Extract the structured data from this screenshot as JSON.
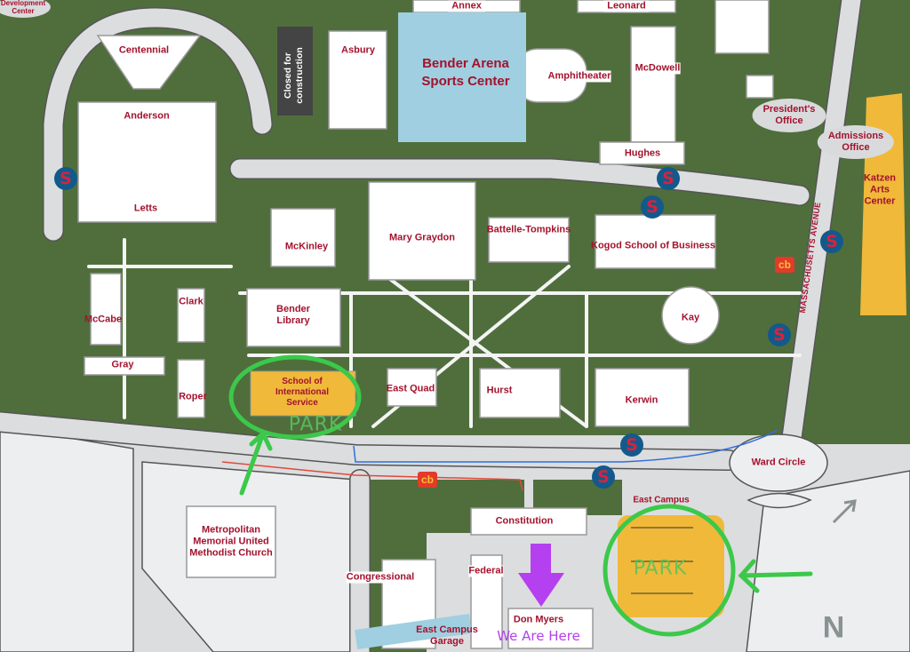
{
  "map": {
    "buildings": {
      "development_center": "Development\nCenter",
      "centennial": "Centennial",
      "anderson": "Anderson",
      "letts": "Letts",
      "closed": "Closed for\nconstruction",
      "asbury": "Asbury",
      "bender_arena": "Bender Arena\nSports Center",
      "annex": "Annex",
      "leonard": "Leonard",
      "amphitheater": "Amphitheater",
      "mcdowell": "McDowell",
      "hughes": "Hughes",
      "presidents_office": "President's\nOffice",
      "admissions_office": "Admissions\nOffice",
      "katzen": "Katzen\nArts\nCenter",
      "mass_ave": "MASSACHUSETTS AVENUE",
      "mckinley": "McKinley",
      "mary_graydon": "Mary Graydon",
      "battelle": "Battelle-Tompkins",
      "kogod": "Kogod School of Business",
      "bender_library": "Bender\nLibrary",
      "kay": "Kay",
      "mccabe": "McCabe",
      "clark": "Clark",
      "gray": "Gray",
      "roper": "Roper",
      "sis": "School of\nInternational\nService",
      "east_quad": "East Quad",
      "hurst": "Hurst",
      "kerwin": "Kerwin",
      "ward_circle": "Ward Circle",
      "methodist": "Metropolitan\nMemorial United\nMethodist Church",
      "constitution": "Constitution",
      "congressional": "Congressional",
      "federal": "Federal",
      "east_campus_garage": "East Campus\nGarage",
      "don_myers": "Don Myers",
      "east_campus": "East Campus"
    },
    "shuttle_stop_label": "S",
    "bikeshare_label": "cb",
    "north_label": "N"
  },
  "annotations": {
    "park_1": "PARK",
    "park_2": "PARK",
    "we_are_here": "We Are Here"
  },
  "colors": {
    "lawn": "#4f6e3c",
    "road": "#dcdddf",
    "label": "#a3122d",
    "arena": "#9fcfe0",
    "highlight": "#f0b93a",
    "shuttle": "#125a8c",
    "annotation_green": "#3cc84a",
    "annotation_purple": "#b540f0"
  }
}
